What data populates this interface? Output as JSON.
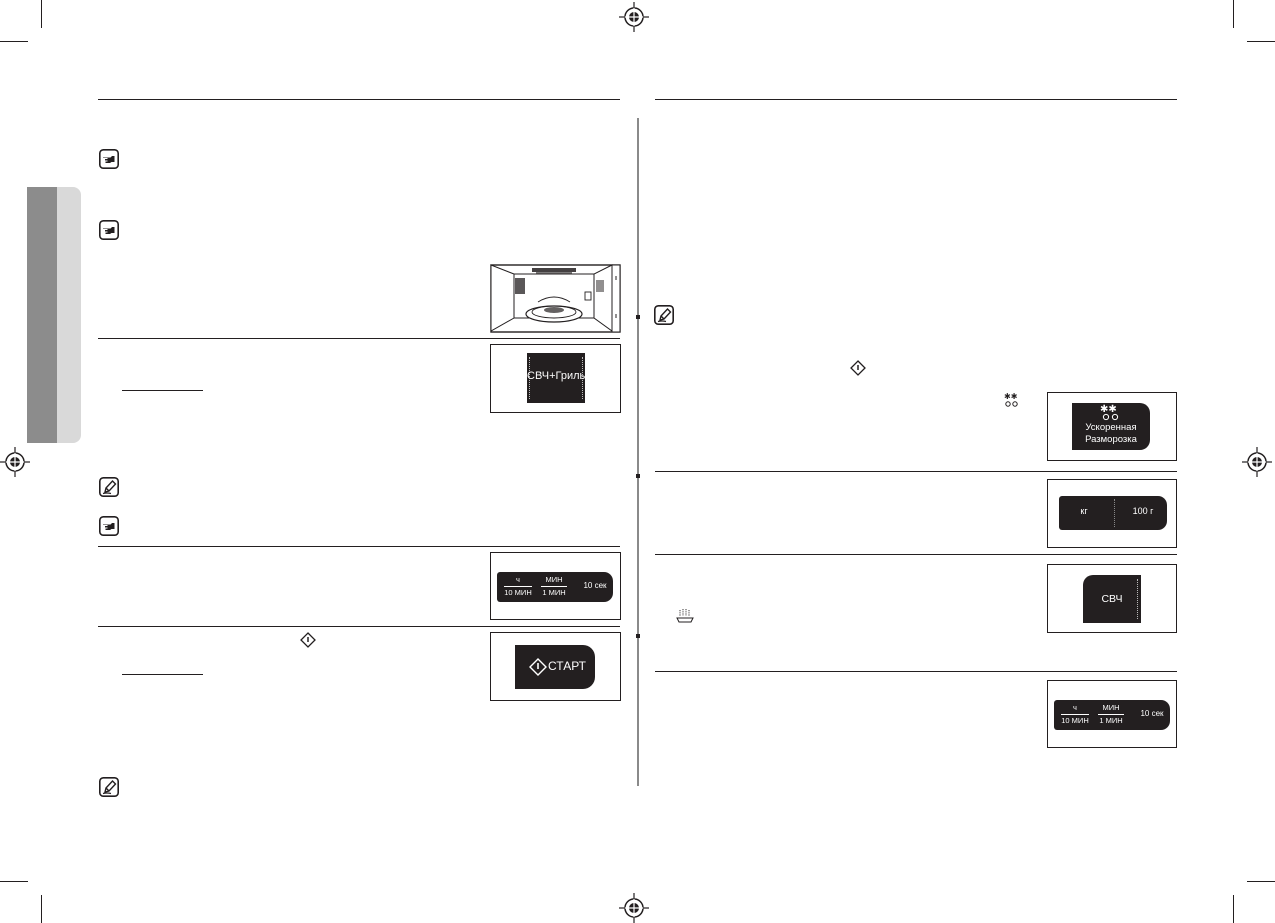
{
  "displays": {
    "combo_mode": "СВЧ+Гриль",
    "defrost_line1": "Ускоренная",
    "defrost_line2": "Разморозка",
    "weight_kg": "кг",
    "weight_100g": "100 г",
    "microwave_mode": "СВЧ",
    "start_label": "СТАРТ",
    "time_hour": "ч",
    "time_10min": "10 МИН",
    "time_min": "МИН",
    "time_1min": "1 МИН",
    "time_10sec": "10 сек"
  },
  "icons": {
    "note": "pointing-hand-icon",
    "memo": "pencil-note-icon",
    "start": "start-diamond-icon",
    "defrost": "defrost-snowflake-icon",
    "steam": "steam-plate-icon",
    "registration": "registration-mark-icon"
  },
  "colors": {
    "ink": "#231f20",
    "tab_dark": "#8c8c8c",
    "tab_light": "#d9d9d9",
    "divider_gray": "#8a8a8a"
  }
}
